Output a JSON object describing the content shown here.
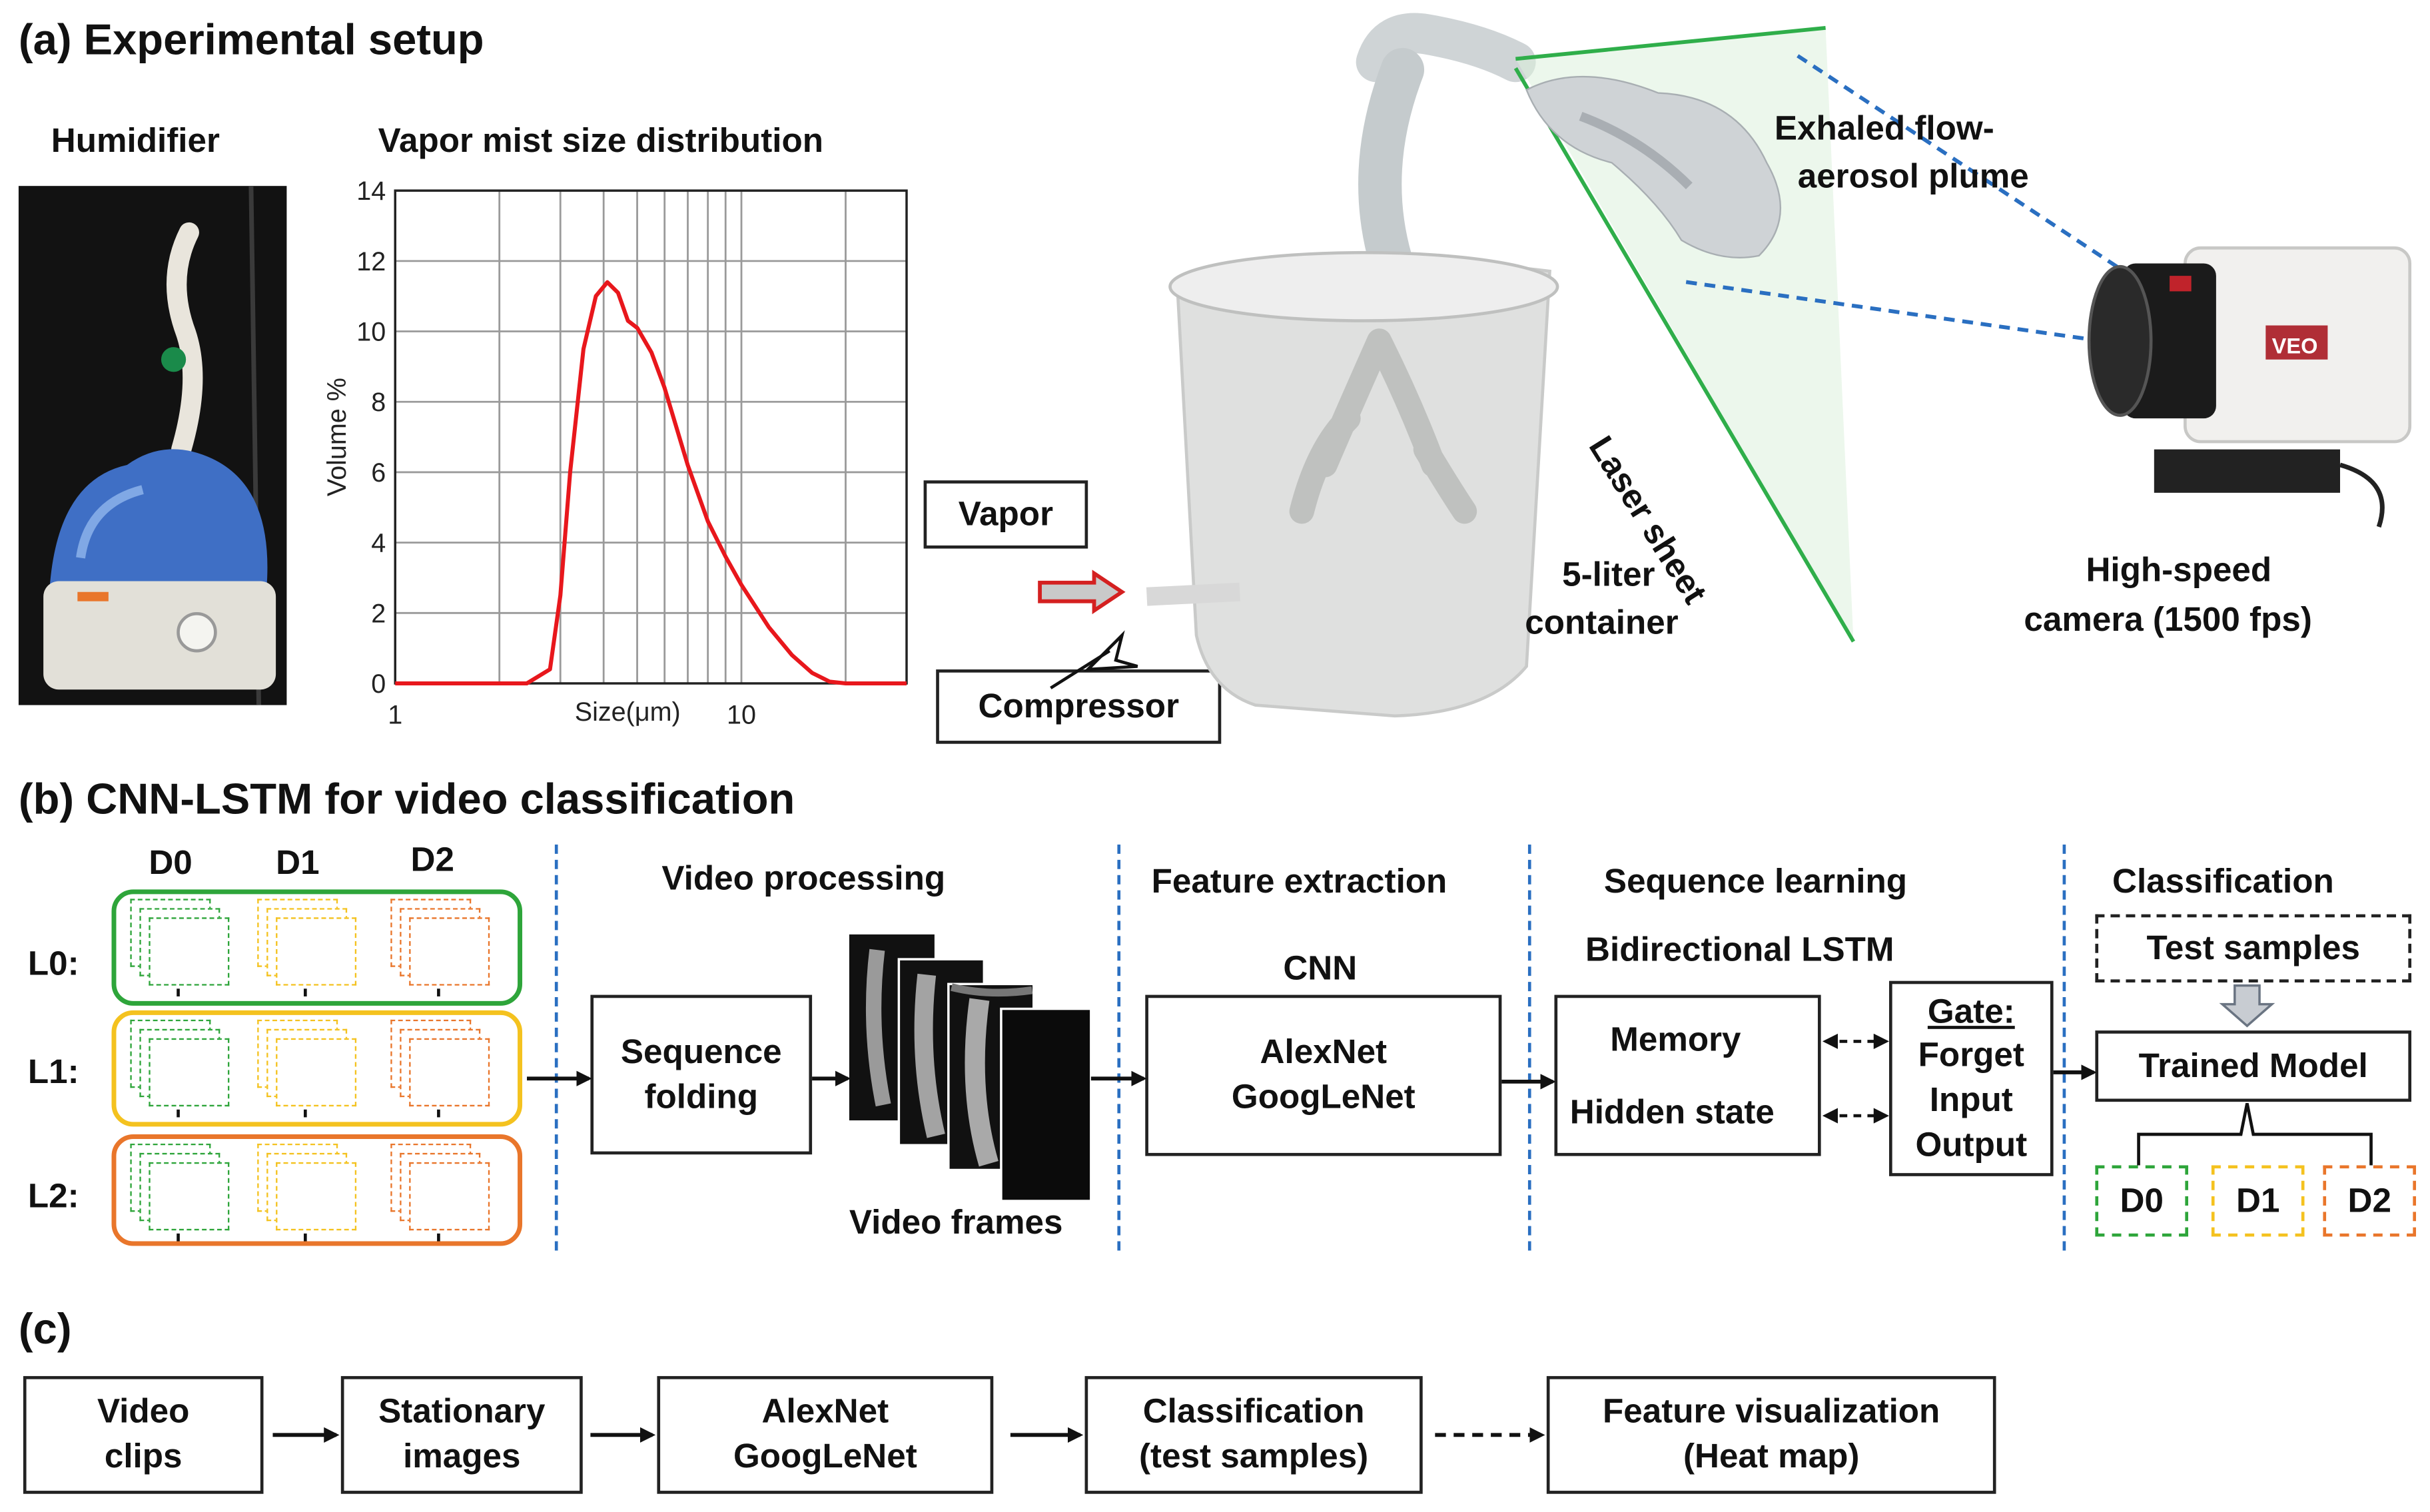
{
  "panel_a": {
    "heading": "(a) Experimental setup",
    "humidifier_label": "Humidifier",
    "chart_title": "Vapor mist size distribution",
    "vapor_label": "Vapor",
    "compressor_label": "Compressor",
    "container_label_line1": "5-liter",
    "container_label_line2": "container",
    "laser_label": "Laser sheet",
    "plume_label_line1": "Exhaled flow-",
    "plume_label_line2": "aerosol plume",
    "camera_label_line1": "High-speed",
    "camera_label_line2": "camera (1500 fps)",
    "camera_brand": "VEO"
  },
  "chart_data": {
    "type": "line",
    "title": "Vapor mist size distribution",
    "xlabel": "Size(μm)",
    "ylabel": "Volume %",
    "x_scale": "log",
    "xlim": [
      1,
      30
    ],
    "ylim": [
      0,
      14
    ],
    "x_tick_labels": [
      "1",
      "10"
    ],
    "y_ticks": [
      0,
      2,
      4,
      6,
      8,
      10,
      12,
      14
    ],
    "grid": true,
    "line_color": "#e8171c",
    "series": [
      {
        "x": [
          2.4,
          2.8,
          3.0,
          3.2,
          3.5,
          3.8,
          4.1,
          4.4,
          4.7,
          5.0,
          5.5,
          6.0,
          7.0,
          8.0,
          9.0,
          10.0,
          12.0,
          14.0,
          16.0,
          18.0,
          20.0
        ],
        "y": [
          0,
          0.4,
          2.5,
          6.0,
          9.5,
          11.0,
          11.4,
          11.1,
          10.3,
          10.1,
          9.4,
          8.4,
          6.2,
          4.6,
          3.6,
          2.8,
          1.6,
          0.8,
          0.3,
          0.05,
          0
        ]
      }
    ]
  },
  "panel_b": {
    "heading": "(b) CNN-LSTM for video classification",
    "col_labels": [
      "D0",
      "D1",
      "D2"
    ],
    "row_labels": [
      "L0:",
      "L1:",
      "L2:"
    ],
    "colors": {
      "green": "#2ea53a",
      "yellow": "#f4c21f",
      "orange": "#e9762b",
      "blue_divider": "#2a6fc1"
    },
    "video_processing": "Video processing",
    "sequence_folding_line1": "Sequence",
    "sequence_folding_line2": "folding",
    "video_frames": "Video frames",
    "feature_extraction": "Feature extraction",
    "cnn": "CNN",
    "alexnet": "AlexNet",
    "googlenet": "GoogLeNet",
    "sequence_learning": "Sequence learning",
    "bilstm": "Bidirectional LSTM",
    "memory": "Memory",
    "hidden_state": "Hidden state",
    "gate": "Gate:",
    "forget": "Forget",
    "input": "Input",
    "output": "Output",
    "classification": "Classification",
    "test_samples": "Test samples",
    "trained_model": "Trained Model",
    "out_labels": [
      "D0",
      "D1",
      "D2"
    ]
  },
  "panel_c": {
    "heading": "(c)",
    "steps": [
      {
        "line1": "Video",
        "line2": "clips"
      },
      {
        "line1": "Stationary",
        "line2": "images"
      },
      {
        "line1": "AlexNet",
        "line2": "GoogLeNet"
      },
      {
        "line1": "Classification",
        "line2": "(test samples)"
      },
      {
        "line1": "Feature visualization",
        "line2": "(Heat map)"
      }
    ]
  }
}
